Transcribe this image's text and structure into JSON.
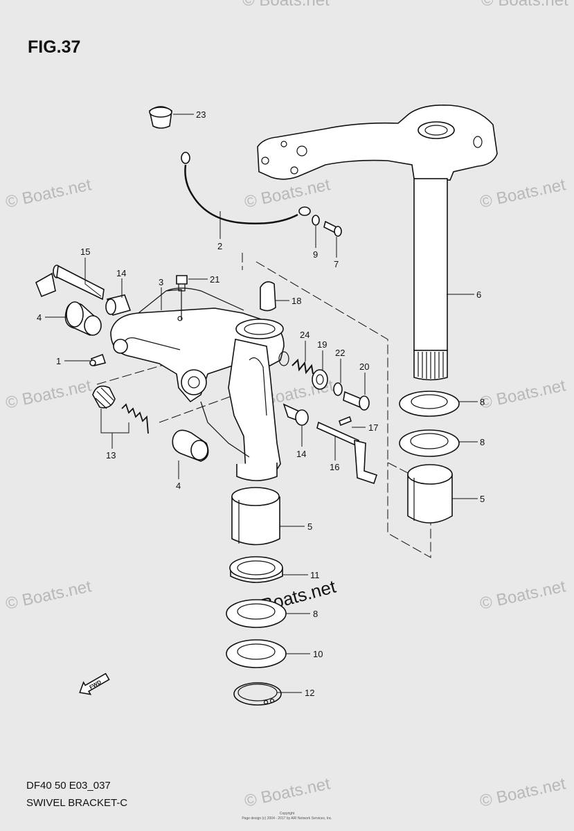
{
  "figure": {
    "title": "FIG.37",
    "diagram_code": "DF40 50 E03_037",
    "diagram_name": "SWIVEL BRACKET-C"
  },
  "watermark": {
    "text": "© Boats.net",
    "center_text": "© Boats.net"
  },
  "footer": {
    "line1": "Copyright",
    "line2": "Page design (c) 2004 - 2017 by ARI Network Services, Inc."
  },
  "callouts": {
    "c1": "1",
    "c2": "2",
    "c3": "3",
    "c4a": "4",
    "c4b": "4",
    "c5a": "5",
    "c5b": "5",
    "c6": "6",
    "c7": "7",
    "c8a": "8",
    "c8b": "8",
    "c8c": "8",
    "c9": "9",
    "c10": "10",
    "c11": "11",
    "c12": "12",
    "c13": "13",
    "c14a": "14",
    "c14b": "14",
    "c15": "15",
    "c16": "16",
    "c17": "17",
    "c18": "18",
    "c19": "19",
    "c20": "20",
    "c21": "21",
    "c22": "22",
    "c23": "23",
    "c24": "24"
  },
  "fwd_label": "FWD"
}
